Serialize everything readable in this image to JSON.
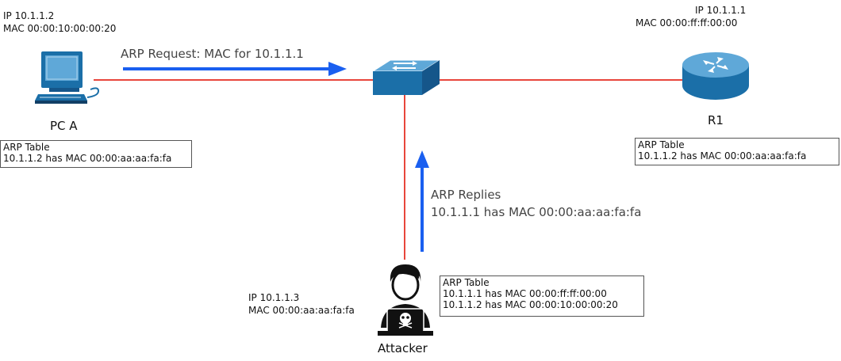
{
  "pc_a": {
    "name": "PC A",
    "ip": "IP 10.1.1.2",
    "mac": "MAC 00:00:10:00:00:20",
    "arp_table": {
      "title": "ARP Table",
      "entries": [
        "10.1.1.2 has MAC 00:00:aa:aa:fa:fa"
      ]
    }
  },
  "r1": {
    "name": "R1",
    "ip": "IP 10.1.1.1",
    "mac": "MAC 00:00:ff:ff:00:00",
    "arp_table": {
      "title": "ARP Table",
      "entries": [
        "10.1.1.2 has MAC 00:00:aa:aa:fa:fa"
      ]
    }
  },
  "attacker": {
    "name": "Attacker",
    "ip": "IP 10.1.1.3",
    "mac": "MAC 00:00:aa:aa:fa:fa",
    "arp_table": {
      "title": "ARP Table",
      "entries": [
        "10.1.1.1 has MAC 00:00:ff:ff:00:00",
        "10.1.1.2 has MAC 00:00:10:00:00:20"
      ]
    }
  },
  "arp_request": {
    "label": "ARP Request: MAC for 10.1.1.1"
  },
  "arp_replies": {
    "line1": "ARP Replies",
    "line2": "10.1.1.1 has MAC 00:00:aa:aa:fa:fa"
  },
  "colors": {
    "link": "#e8463c",
    "arrow": "#1a5ff0",
    "device": "#1b6fa8"
  }
}
